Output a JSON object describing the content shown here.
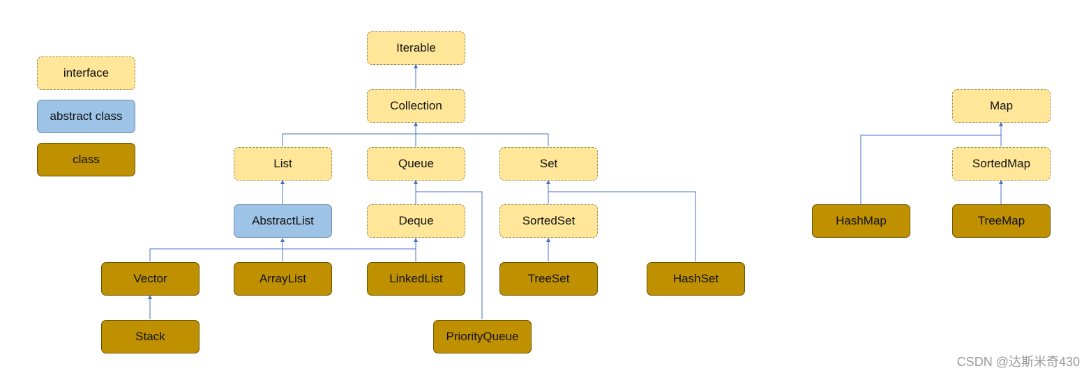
{
  "legend": {
    "interface": "interface",
    "abstract_class": "abstract class",
    "class": "class"
  },
  "nodes": {
    "iterable": "Iterable",
    "collection": "Collection",
    "list": "List",
    "queue": "Queue",
    "set": "Set",
    "abstract_list": "AbstractList",
    "deque": "Deque",
    "sorted_set": "SortedSet",
    "vector": "Vector",
    "array_list": "ArrayList",
    "linked_list": "LinkedList",
    "tree_set": "TreeSet",
    "hash_set": "HashSet",
    "stack": "Stack",
    "priority_queue": "PriorityQueue",
    "map": "Map",
    "sorted_map": "SortedMap",
    "hash_map": "HashMap",
    "tree_map": "TreeMap"
  },
  "edges": [
    {
      "from": "Collection",
      "to": "Iterable"
    },
    {
      "from": "List",
      "to": "Collection"
    },
    {
      "from": "Queue",
      "to": "Collection"
    },
    {
      "from": "Set",
      "to": "Collection"
    },
    {
      "from": "AbstractList",
      "to": "List"
    },
    {
      "from": "Deque",
      "to": "Queue"
    },
    {
      "from": "PriorityQueue",
      "to": "Queue"
    },
    {
      "from": "SortedSet",
      "to": "Set"
    },
    {
      "from": "HashSet",
      "to": "Set"
    },
    {
      "from": "Vector",
      "to": "AbstractList"
    },
    {
      "from": "ArrayList",
      "to": "AbstractList"
    },
    {
      "from": "LinkedList",
      "to": "AbstractList"
    },
    {
      "from": "LinkedList",
      "to": "Deque"
    },
    {
      "from": "TreeSet",
      "to": "SortedSet"
    },
    {
      "from": "Stack",
      "to": "Vector"
    },
    {
      "from": "SortedMap",
      "to": "Map"
    },
    {
      "from": "HashMap",
      "to": "Map"
    },
    {
      "from": "TreeMap",
      "to": "SortedMap"
    }
  ],
  "edge_color": "#4472c4",
  "colors": {
    "interface": "#ffe699",
    "abstract_class": "#9dc3e6",
    "class": "#bf9000"
  },
  "watermark": "CSDN @达斯米奇430"
}
